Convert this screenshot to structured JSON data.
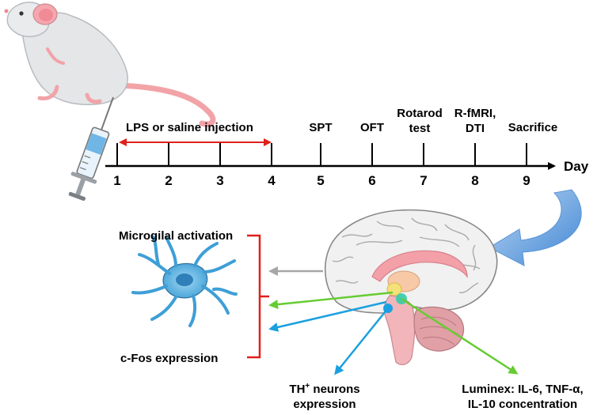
{
  "timeline": {
    "axis_label": "Day",
    "days": [
      "1",
      "2",
      "3",
      "4",
      "5",
      "6",
      "7",
      "8",
      "9"
    ],
    "injection_label": "LPS or saline injection",
    "events": [
      {
        "day": "5",
        "lines": [
          "SPT"
        ]
      },
      {
        "day": "6",
        "lines": [
          "OFT"
        ]
      },
      {
        "day": "7",
        "lines": [
          "Rotarod",
          "test"
        ]
      },
      {
        "day": "8",
        "lines": [
          "R-fMRI,",
          "DTI"
        ]
      },
      {
        "day": "9",
        "lines": [
          "Sacrifice"
        ]
      }
    ]
  },
  "outcomes": {
    "microglia": "Microgilal activation",
    "cfos": "c-Fos expression",
    "th_line1": "TH",
    "th_sup": "+",
    "th_line1_rest": " neurons",
    "th_line2": "expression",
    "luminex_line1": "Luminex: IL-6, TNF-α,",
    "luminex_line2": "IL-10 concentration"
  },
  "colors": {
    "injection_arrow": "#e0201b",
    "bracket": "#e0201b",
    "gray_arrow": "#a6a6a6",
    "green_arrow": "#66cc33",
    "blue_arrow": "#1aa0e0",
    "curved_arrow": "#4a8fd8",
    "microglia": "#4aa8d8"
  },
  "icons": [
    "mouse-icon",
    "syringe-icon",
    "microglia-cell-icon",
    "brain-sagittal-icon"
  ]
}
